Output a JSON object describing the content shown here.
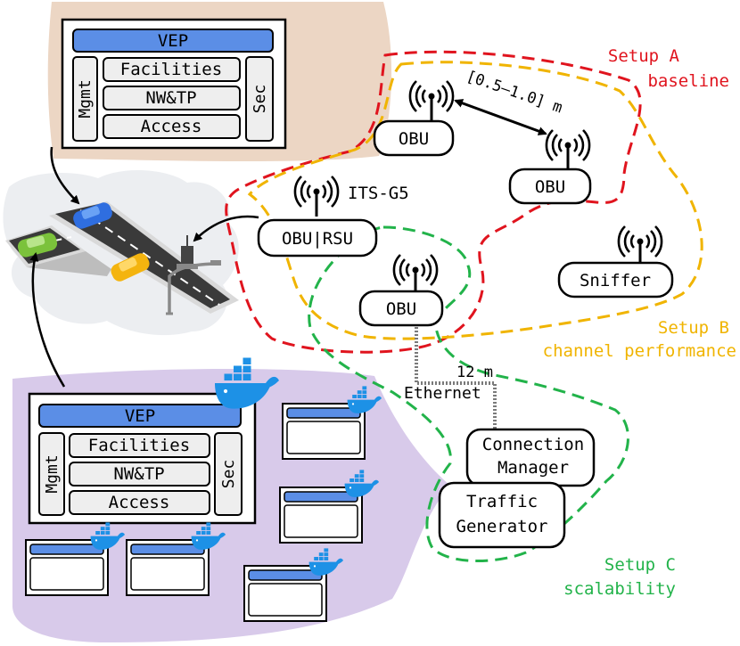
{
  "top_stack": {
    "vep": "VEP",
    "mgmt": "Mgmt",
    "sec": "Sec",
    "layers": [
      "Facilities",
      "NW&TP",
      "Access"
    ]
  },
  "bottom_stack": {
    "vep": "VEP",
    "mgmt": "Mgmt",
    "sec": "Sec",
    "layers": [
      "Facilities",
      "NW&TP",
      "Access"
    ]
  },
  "nodes": {
    "obu_a1": "OBU",
    "obu_a2": "OBU",
    "obu_rsu": "OBU|RSU",
    "sniffer": "Sniffer",
    "obu_c": "OBU",
    "connection_manager": [
      "Connection",
      "Manager"
    ],
    "traffic_generator": [
      "Traffic",
      "Generator"
    ]
  },
  "labels": {
    "distance": "[0.5–1.0] m",
    "its_g5": "ITS-G5",
    "cable_length": "12 m",
    "ethernet": "Ethernet"
  },
  "setups": {
    "a": {
      "title": "Setup A",
      "subtitle": "baseline",
      "color": "#e0141e"
    },
    "b": {
      "title": "Setup B",
      "subtitle": "channel performance",
      "color": "#f0b400"
    },
    "c": {
      "title": "Setup C",
      "subtitle": "scalability",
      "color": "#22b34a"
    }
  },
  "colors": {
    "vep_blue": "#5b8ee6",
    "layer_fill": "#eeeeee",
    "top_bg": "#ecd6c4",
    "bottom_bg": "#d8caea",
    "docker": "#1d91e6"
  },
  "icons": [
    "antenna-icon",
    "docker-whale-icon",
    "road-scene-illustration"
  ]
}
